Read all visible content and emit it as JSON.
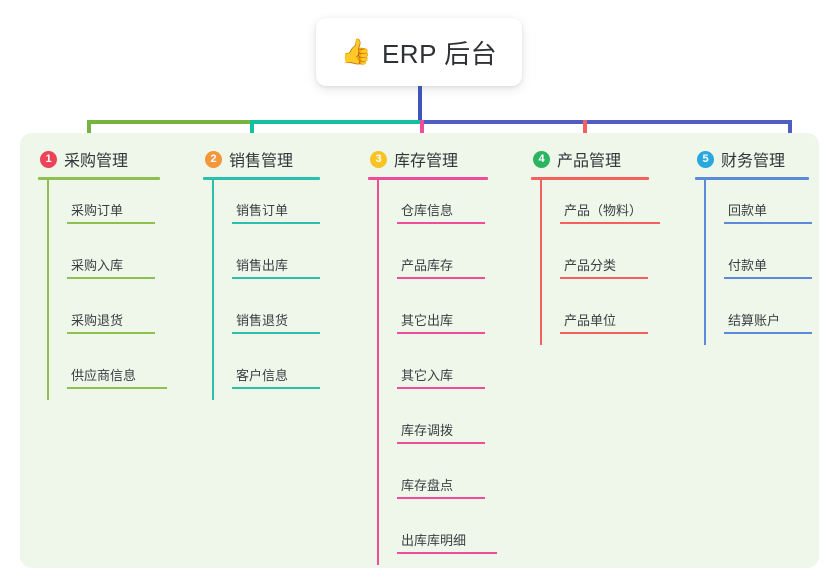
{
  "root": {
    "icon": "thumbs-up-emoji",
    "icon_glyph": "👍",
    "title": "ERP 后台"
  },
  "theme": {
    "canvas_bg": "#eef7e9",
    "page_bg": "#ffffff",
    "trunk_color": "#4055b8",
    "title_color": "#33363b",
    "item_color": "#3b3e43"
  },
  "connectors": {
    "segments": [
      {
        "name": "green-segment",
        "color": "#77b43f"
      },
      {
        "name": "teal-segment",
        "color": "#16bfa0"
      },
      {
        "name": "indigo-segment",
        "color": "#4f5cc4"
      }
    ],
    "stubs": [
      {
        "name": "stub-1",
        "color": "#77b43f"
      },
      {
        "name": "stub-2",
        "color": "#16bfa0"
      },
      {
        "name": "stub-3",
        "color": "#ef4d9b"
      },
      {
        "name": "stub-4",
        "color": "#f4605e"
      },
      {
        "name": "stub-5",
        "color": "#3e6ed0"
      }
    ]
  },
  "columns": [
    {
      "number": "1",
      "title": "采购管理",
      "badge_color": "#ec4359",
      "line_color": "#8cc051",
      "underline_width": 122,
      "items": [
        "采购订单",
        "采购入库",
        "采购退货",
        "供应商信息"
      ]
    },
    {
      "number": "2",
      "title": "销售管理",
      "badge_color": "#f4963a",
      "line_color": "#2bc0ae",
      "underline_width": 117,
      "items": [
        "销售订单",
        "销售出库",
        "销售退货",
        "客户信息"
      ]
    },
    {
      "number": "3",
      "title": "库存管理",
      "badge_color": "#f7c325",
      "line_color": "#ef4d9b",
      "underline_width": 120,
      "items": [
        "仓库信息",
        "产品库存",
        "其它出库",
        "其它入库",
        "库存调拨",
        "库存盘点",
        "出库库明细"
      ]
    },
    {
      "number": "4",
      "title": "产品管理",
      "badge_color": "#2cb561",
      "line_color": "#f4605e",
      "underline_width": 118,
      "items": [
        "产品（物料）",
        "产品分类",
        "产品单位"
      ]
    },
    {
      "number": "5",
      "title": "财务管理",
      "badge_color": "#29a8e0",
      "line_color": "#5b8bd8",
      "underline_width": 114,
      "items": [
        "回款单",
        "付款单",
        "结算账户"
      ]
    }
  ]
}
